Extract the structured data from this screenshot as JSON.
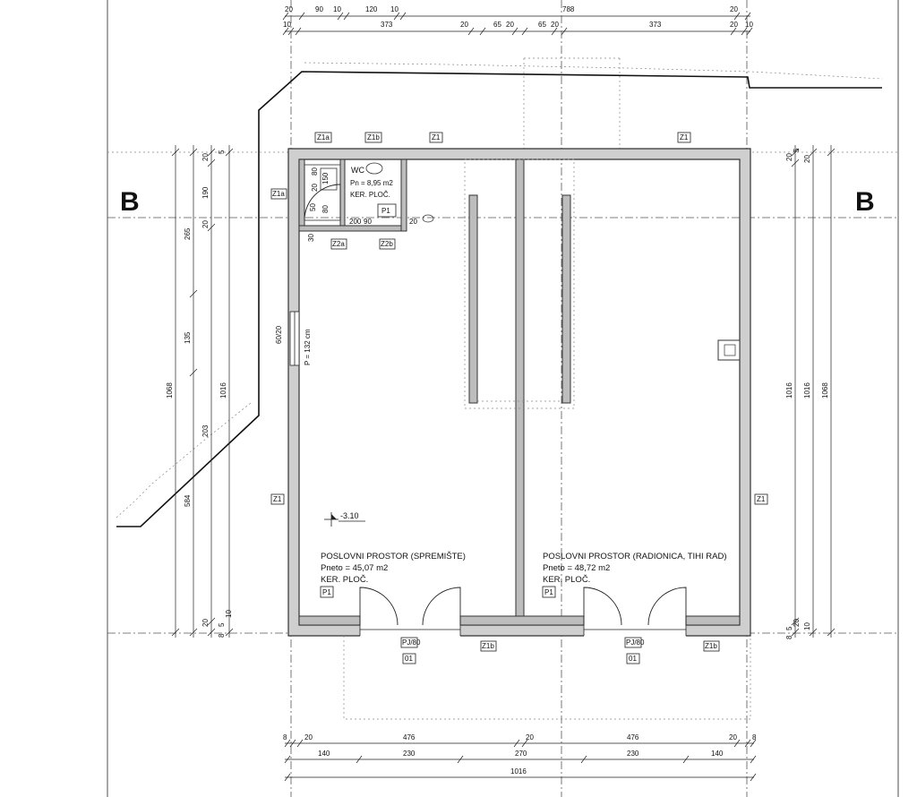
{
  "section_marker": "B",
  "top_dimensions": {
    "row1": [
      "20",
      "90",
      "10",
      "120",
      "10",
      "788",
      "20"
    ],
    "row2": [
      "10",
      "373",
      "20",
      "65",
      "20",
      "65",
      "20",
      "373",
      "20",
      "10"
    ]
  },
  "bottom_dimensions": {
    "row1": [
      "8",
      "20",
      "476",
      "20",
      "476",
      "20",
      "8"
    ],
    "row2": [
      "140",
      "230",
      "270",
      "230",
      "140"
    ],
    "total": "1016"
  },
  "left_dimensions": {
    "outer_total": "1068",
    "inner": [
      "265",
      "135",
      "584"
    ],
    "pieces": [
      "20",
      "5",
      "190",
      "20",
      "8",
      "20",
      "5",
      "10"
    ],
    "overall": "1016",
    "inner_other": "203"
  },
  "right_dimensions": {
    "outer": "1068",
    "inner": [
      "1016",
      "1016"
    ],
    "pieces": [
      "20",
      "5",
      "20",
      "5",
      "8",
      "20",
      "10"
    ]
  },
  "wall_tags": {
    "z1": "Z1",
    "z1a": "Z1a",
    "z1b": "Z1b",
    "z2a": "Z2a",
    "z2b": "Z2b"
  },
  "wc": {
    "name": "WC",
    "area": "Pn = 8,95 m2",
    "floor": "KER. PLOČ.",
    "tag": "P1",
    "dims": [
      "80",
      "20",
      "150",
      "50",
      "80",
      "200",
      "90",
      "20",
      "30"
    ]
  },
  "window_left": {
    "size": "60/20",
    "height": "P = 132 cm"
  },
  "level_mark": "-3.10",
  "room_left": {
    "name": "POSLOVNI PROSTOR (SPREMIŠTE)",
    "area": "Pneto = 45,07 m2",
    "floor": "KER. PLOČ.",
    "tag": "P1"
  },
  "room_right": {
    "name": "POSLOVNI PROSTOR (RADIONICA, TIHI RAD)",
    "area": "Pneto = 48,72 m2",
    "floor": "KER. PLOČ.",
    "tag": "P1"
  },
  "doors": {
    "left_size": "PJ/80",
    "left_tag": "01",
    "right_size": "PJ/80",
    "right_tag": "01"
  }
}
